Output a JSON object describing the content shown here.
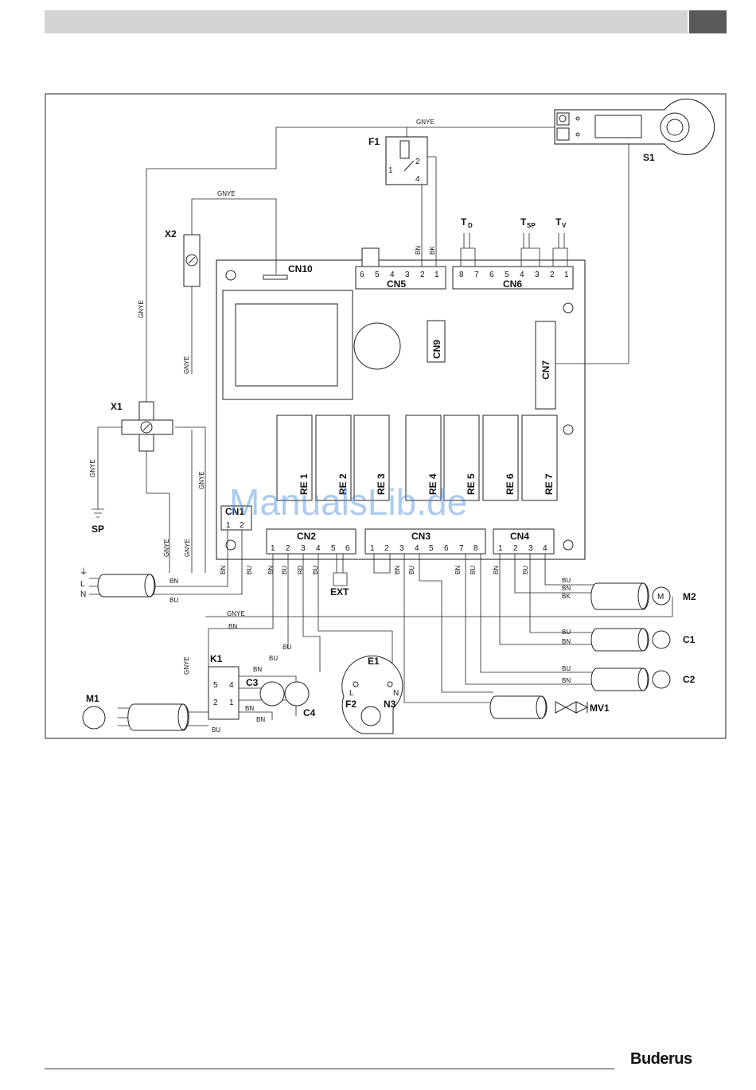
{
  "components": {
    "S1": "S1",
    "F1": "F1",
    "X1": "X1",
    "X2": "X2",
    "SP": "SP",
    "K1": "K1",
    "M1": "M1",
    "M2": "M2",
    "C1": "C1",
    "C2": "C2",
    "C3": "C3",
    "C4": "C4",
    "E1": "E1",
    "F2": "F2",
    "N3": "N3",
    "MV1": "MV1",
    "EXT": "EXT"
  },
  "connectors": {
    "CN1": "CN1",
    "CN2": "CN2",
    "CN3": "CN3",
    "CN4": "CN4",
    "CN5": "CN5",
    "CN6": "CN6",
    "CN7": "CN7",
    "CN9": "CN9",
    "CN10": "CN10"
  },
  "sensors": {
    "TD_main": "T",
    "TD_sub": "D",
    "TSP_main": "T",
    "TSP_sub": "SP",
    "TV_main": "T",
    "TV_sub": "V"
  },
  "relays": [
    "RE 1",
    "RE 2",
    "RE 3",
    "RE 4",
    "RE 5",
    "RE 6",
    "RE 7"
  ],
  "pins": {
    "cn5": [
      "6",
      "5",
      "4",
      "3",
      "2",
      "1"
    ],
    "cn6": [
      "8",
      "7",
      "6",
      "5",
      "4",
      "3",
      "2",
      "1"
    ],
    "cn1": [
      "1",
      "2"
    ],
    "cn2": [
      "1",
      "2",
      "3",
      "4",
      "5",
      "6"
    ],
    "cn3": [
      "1",
      "2",
      "3",
      "4",
      "5",
      "6",
      "7",
      "8"
    ],
    "cn4": [
      "1",
      "2",
      "3",
      "4"
    ],
    "f1": [
      "1",
      "2",
      "4"
    ],
    "k1": [
      "5",
      "4",
      "2",
      "1"
    ],
    "e1": [
      "L",
      "N"
    ]
  },
  "wires": {
    "gnye": "GNYE",
    "bn": "BN",
    "bu": "BU",
    "bk": "BK",
    "rd": "RD",
    "mains_earth": "⏚",
    "mains_l": "L",
    "mains_n": "N"
  },
  "footer": {
    "brand": "Buderus"
  },
  "watermark": "ManualsLib.de"
}
